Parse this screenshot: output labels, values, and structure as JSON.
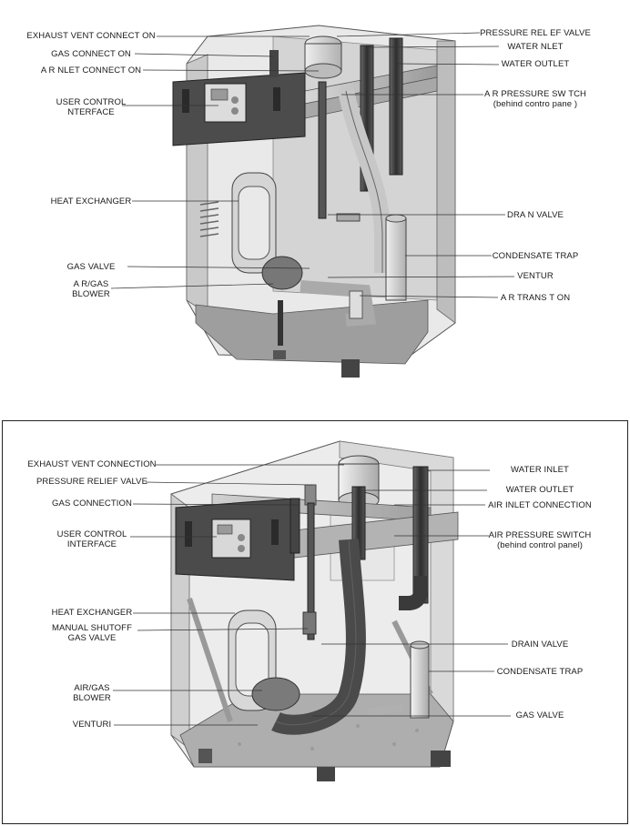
{
  "top_diagram": {
    "labels_left": {
      "exhaust_vent": "EXHAUST VENT CONNECT ON",
      "gas_connection": "GAS CONNECT ON",
      "air_inlet": "A R  NLET CONNECT ON",
      "user_control_1": "USER CONTROL",
      "user_control_2": " NTERFACE",
      "heat_exchanger": "HEAT EXCHANGER",
      "gas_valve": "GAS VALVE",
      "air_gas_blower_1": "A R/GAS",
      "air_gas_blower_2": "BLOWER"
    },
    "labels_right": {
      "pressure_relief": "PRESSURE REL EF VALVE",
      "water_inlet": "WATER  NLET",
      "water_outlet": "WATER OUTLET",
      "air_pressure_switch_1": "A R PRESSURE SW TCH",
      "air_pressure_switch_2": "(behind contro  pane )",
      "drain_valve": "DRA N VALVE",
      "condensate_trap": "CONDENSATE TRAP",
      "venturi": "VENTUR",
      "air_transition": "A R TRANS T ON"
    }
  },
  "bottom_diagram": {
    "labels_left": {
      "exhaust_vent": "EXHAUST VENT CONNECTION",
      "pressure_relief": "PRESSURE RELIEF VALVE",
      "gas_connection": "GAS CONNECTION",
      "user_control_1": "USER CONTROL",
      "user_control_2": "INTERFACE",
      "heat_exchanger": "HEAT EXCHANGER",
      "manual_shutoff_1": "MANUAL SHUTOFF",
      "manual_shutoff_2": "GAS VALVE",
      "air_gas_blower_1": "AIR/GAS",
      "air_gas_blower_2": "BLOWER",
      "venturi": "VENTURI"
    },
    "labels_right": {
      "water_inlet": "WATER INLET",
      "water_outlet": "WATER OUTLET",
      "air_inlet": "AIR INLET CONNECTION",
      "air_pressure_switch_1": "AIR PRESSURE SWITCH",
      "air_pressure_switch_2": "(behind control panel)",
      "drain_valve": "DRAIN VALVE",
      "condensate_trap": "CONDENSATE TRAP",
      "gas_valve": "GAS VALVE"
    }
  },
  "colors": {
    "line": "#333333",
    "frame_gray": "#8a8a8a",
    "panel_dark": "#4a4a4a",
    "galvanized": "#b8b8b8",
    "pipe_dark": "#3c3c3c"
  }
}
